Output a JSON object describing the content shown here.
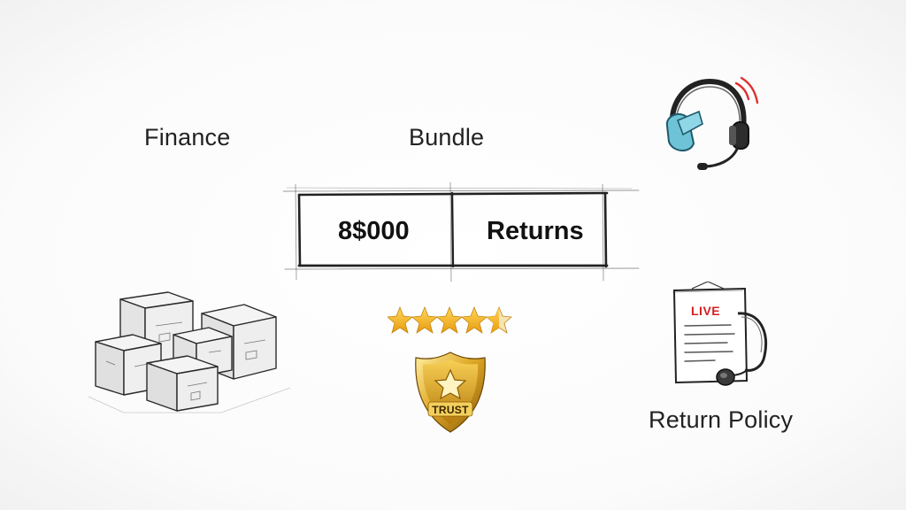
{
  "labels": {
    "finance": "Finance",
    "bundle": "Bundle",
    "return_policy": "Return Policy"
  },
  "table": {
    "amount": "8$000",
    "returns": "Returns"
  },
  "rating": {
    "stars": 4.5,
    "max_stars": 5,
    "star_color": "#f3b21a"
  },
  "badge": {
    "text": "TRUST",
    "color": "#d9a521"
  },
  "policy_document": {
    "header": "LIVE",
    "header_color": "#d42020"
  },
  "icons": {
    "boxes": "stacked-boxes-icon",
    "headset": "headset-icon",
    "document": "live-policy-document-icon",
    "shield": "trust-shield-icon"
  },
  "colors": {
    "headset_accent": "#6fc3d6",
    "signal": "#e03030"
  }
}
